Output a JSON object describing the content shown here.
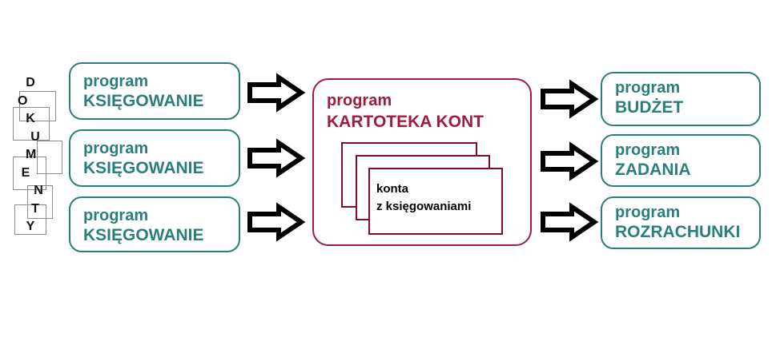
{
  "documents_label": "DOKUMENTY",
  "sources": [
    {
      "line1": "program",
      "line2": "KSIĘGOWANIE"
    },
    {
      "line1": "program",
      "line2": "KSIĘGOWANIE"
    },
    {
      "line1": "program",
      "line2": "KSIĘGOWANIE"
    }
  ],
  "center": {
    "line1": "program",
    "line2": "KARTOTEKA KONT",
    "card_line1": "konta",
    "card_line2": "z księgowaniami"
  },
  "targets": [
    {
      "line1": "program",
      "line2": "BUDŻET"
    },
    {
      "line1": "program",
      "line2": "ZADANIA"
    },
    {
      "line1": "program",
      "line2": "ROZRACHUNKI"
    }
  ],
  "colors": {
    "teal": "#2b7f7a",
    "crimson": "#a01c3c",
    "arrow": "#000000"
  }
}
